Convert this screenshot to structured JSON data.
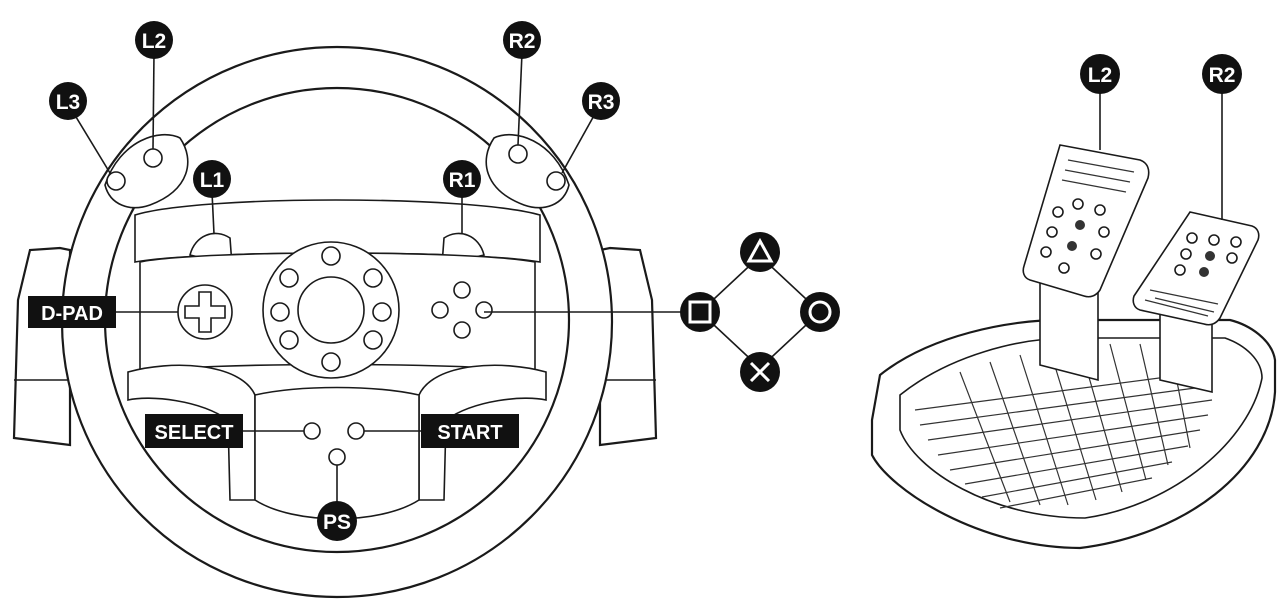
{
  "wheel": {
    "shoulder_labels": {
      "l2": "L2",
      "l3": "L3",
      "l1": "L1",
      "r2": "R2",
      "r3": "R3",
      "r1": "R1"
    },
    "box_labels": {
      "dpad": "D-PAD",
      "select": "SELECT",
      "start": "START"
    },
    "ps_label": "PS",
    "face_buttons": {
      "triangle": "triangle",
      "square": "square",
      "circle": "circle",
      "cross": "cross"
    }
  },
  "pedals": {
    "labels": {
      "l2": "L2",
      "r2": "R2"
    }
  },
  "colors": {
    "line": "#1a1a1a",
    "label_bg": "#111111",
    "label_text": "#ffffff",
    "background": "#ffffff"
  }
}
